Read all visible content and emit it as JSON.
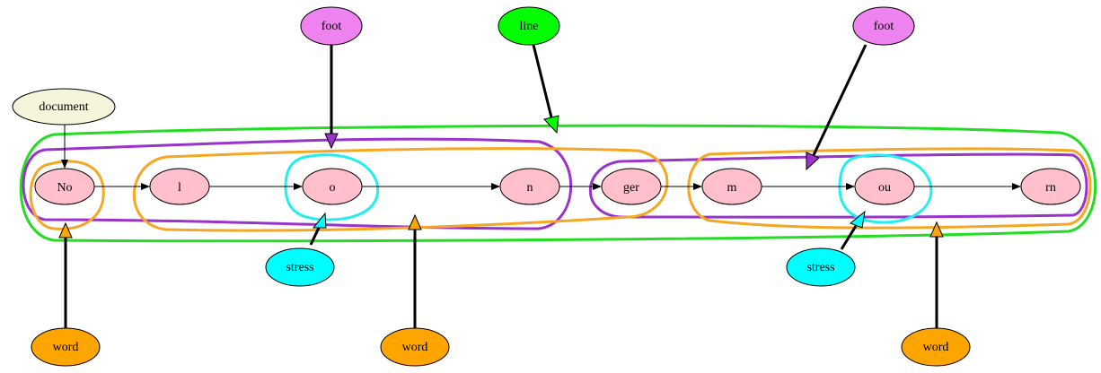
{
  "diagram": {
    "nodes": {
      "document": "document",
      "foot_1": "foot",
      "line": "line",
      "foot_2": "foot",
      "stress_1": "stress",
      "stress_2": "stress",
      "word_1": "word",
      "word_2": "word",
      "word_3": "word"
    },
    "segments": [
      "No",
      "l",
      "o",
      "n",
      "ger",
      "m",
      "ou",
      "rn"
    ],
    "colors": {
      "segment_fill": "#ffc0cb",
      "document_fill": "#f5f5dc",
      "foot_fill": "#ee82ee",
      "line_fill": "#00ff00",
      "stress_fill": "#00ffff",
      "word_fill": "#ffa500",
      "foot_outline": "#9933cc",
      "line_outline": "#22dd22",
      "stress_outline": "#22eeee",
      "word_outline": "#f5a623"
    }
  }
}
